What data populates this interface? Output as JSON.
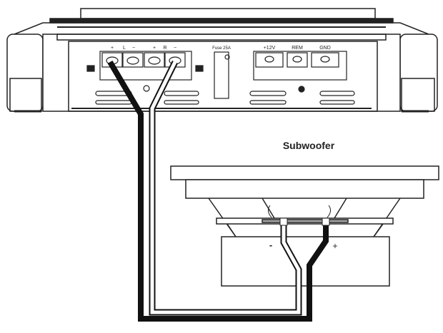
{
  "diagram": {
    "title": "Subwoofer",
    "amplifier": {
      "speaker_terminals": {
        "left": {
          "plus": "+",
          "name": "L",
          "minus": "−"
        },
        "right": {
          "plus": "+",
          "name": "R",
          "minus": "−"
        }
      },
      "fuse_label": "Fuse 25A",
      "power_terminals": [
        "+12V",
        "REM",
        "GND"
      ]
    },
    "subwoofer": {
      "label": "Subwoofer",
      "minus_label": "-",
      "plus_label": "+"
    },
    "wires": [
      {
        "from": "amplifier L+",
        "to": "subwoofer +",
        "color": "#111111"
      },
      {
        "from": "amplifier R−",
        "to": "subwoofer -",
        "color": "#ffffff"
      }
    ],
    "colors": {
      "line": "#222222",
      "background": "#ffffff"
    }
  }
}
